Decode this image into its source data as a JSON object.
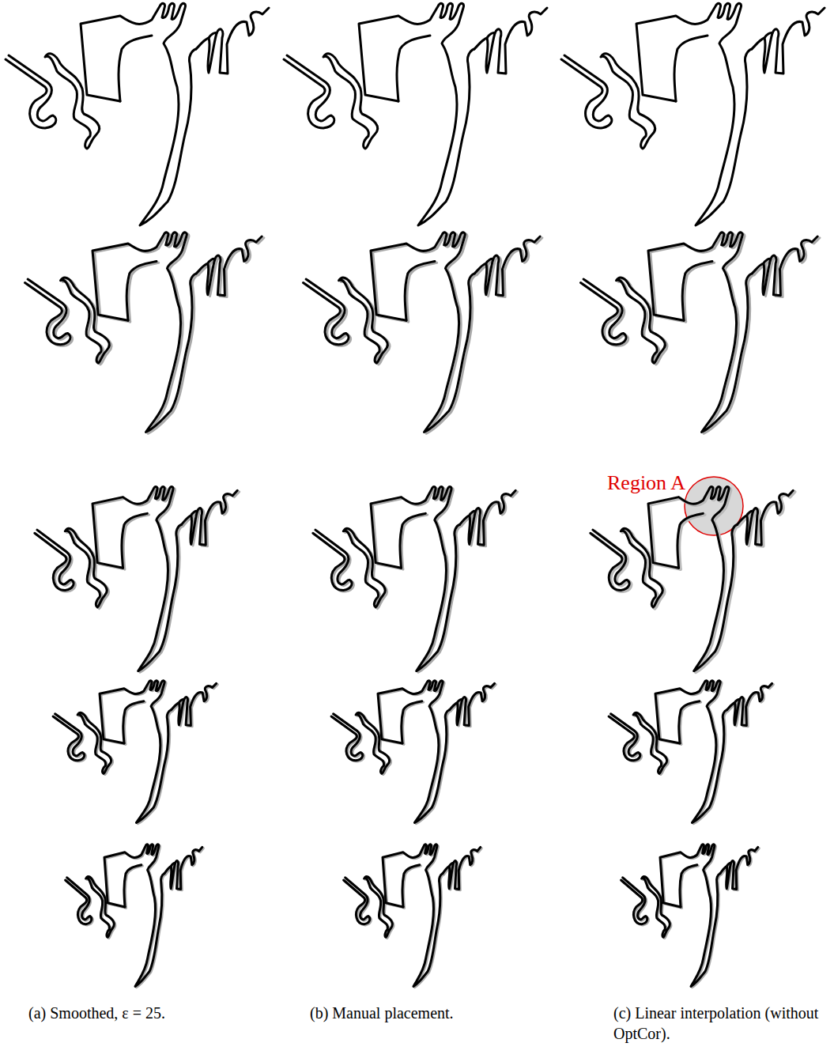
{
  "diagram": {
    "labels": [
      "Region A",
      "(a) Smoothed, ε = 25.",
      "(b) Manual placement.",
      "(c) Linear interpolation (without OptCor)."
    ]
  }
}
